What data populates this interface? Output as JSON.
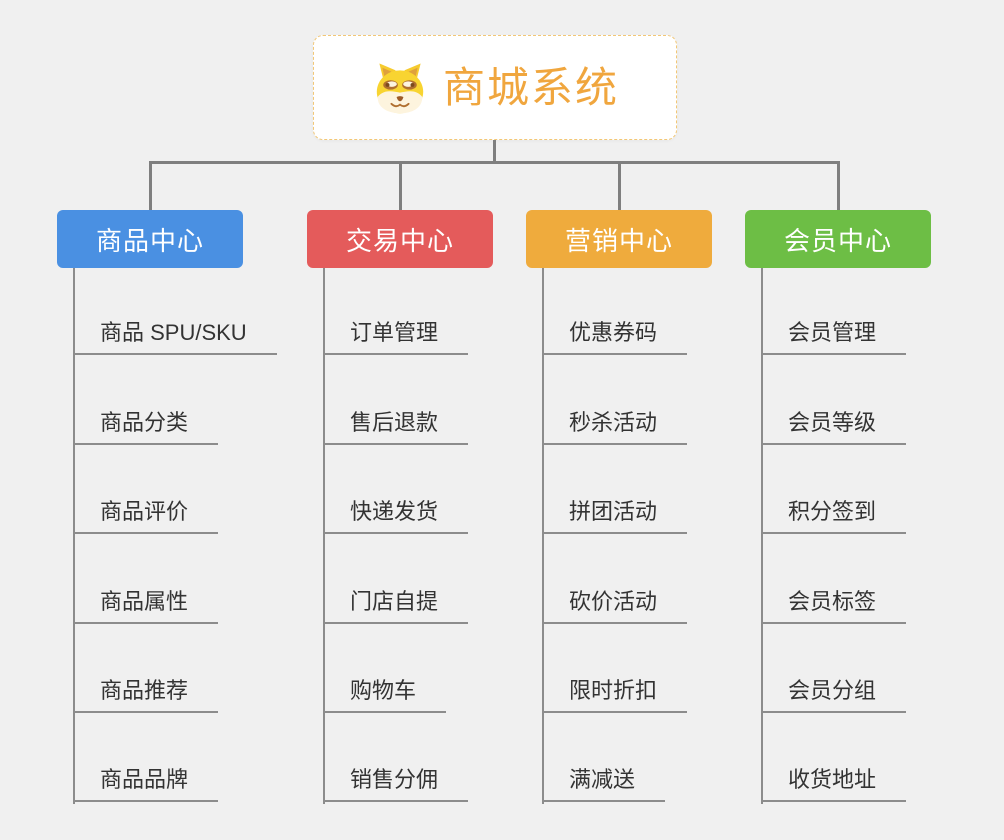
{
  "root": {
    "title": "商城系统",
    "icon": "dog-logo-icon",
    "title_color": "#f0a63e",
    "border_color": "#f2c776",
    "background": "#ffffff"
  },
  "branches": [
    {
      "label": "商品中心",
      "color": "#4a90e2",
      "items": [
        "商品 SPU/SKU",
        "商品分类",
        "商品评价",
        "商品属性",
        "商品推荐",
        "商品品牌"
      ]
    },
    {
      "label": "交易中心",
      "color": "#e45b5b",
      "items": [
        "订单管理",
        "售后退款",
        "快递发货",
        "门店自提",
        "购物车",
        "销售分佣"
      ]
    },
    {
      "label": "营销中心",
      "color": "#efab3d",
      "items": [
        "优惠券码",
        "秒杀活动",
        "拼团活动",
        "砍价活动",
        "限时折扣",
        "满减送"
      ]
    },
    {
      "label": "会员中心",
      "color": "#6dbe45",
      "items": [
        "会员管理",
        "会员等级",
        "积分签到",
        "会员标签",
        "会员分组",
        "收货地址"
      ]
    }
  ],
  "colors": {
    "page_background": "#f0f0f0",
    "connector": "#7f7f7f",
    "underline": "#8c8c8c",
    "leaf_text": "#333333",
    "header_text": "#ffffff"
  }
}
